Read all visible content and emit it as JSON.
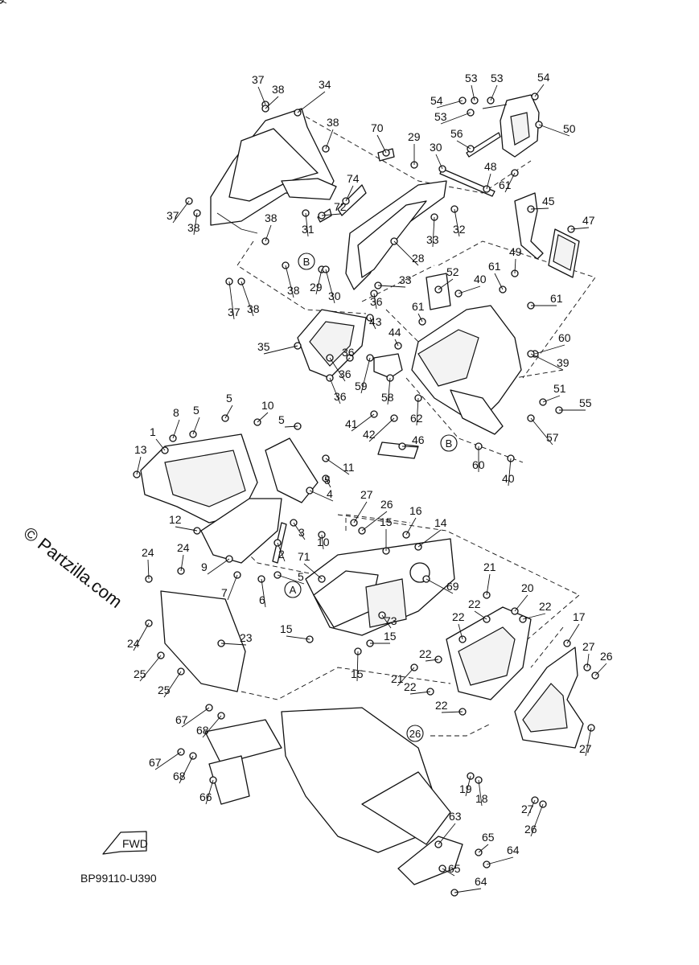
{
  "watermark": "© Partzilla.com",
  "diagram_code": "BP99110-U390",
  "fwd_label": "FWD",
  "ref_markers": [
    "A",
    "B"
  ],
  "callouts": [
    "37",
    "38",
    "34",
    "38",
    "70",
    "29",
    "30",
    "53",
    "53",
    "54",
    "54",
    "53",
    "50",
    "56",
    "48",
    "61",
    "74",
    "72",
    "37",
    "38",
    "31",
    "33",
    "32",
    "38",
    "28",
    "45",
    "47",
    "49",
    "B",
    "38",
    "29",
    "30",
    "37",
    "38",
    "33",
    "52",
    "40",
    "61",
    "61",
    "36",
    "43",
    "44",
    "61",
    "35",
    "36",
    "36",
    "36",
    "59",
    "58",
    "60",
    "39",
    "62",
    "51",
    "55",
    "41",
    "42",
    "46",
    "57",
    "60",
    "40",
    "5",
    "5",
    "10",
    "8",
    "5",
    "1",
    "13",
    "11",
    "5",
    "4",
    "12",
    "3",
    "10",
    "27",
    "26",
    "16",
    "15",
    "14",
    "2",
    "71",
    "24",
    "24",
    "9",
    "7",
    "6",
    "5",
    "A",
    "69",
    "21",
    "20",
    "22",
    "22",
    "22",
    "73",
    "23",
    "15",
    "15",
    "15",
    "22",
    "21",
    "22",
    "22",
    "17",
    "27",
    "26",
    "24",
    "25",
    "25",
    "67",
    "68",
    "67",
    "68",
    "66",
    "A",
    "27",
    "26",
    "19",
    "18",
    "27",
    "26",
    "63",
    "65",
    "64",
    "65",
    "64"
  ]
}
